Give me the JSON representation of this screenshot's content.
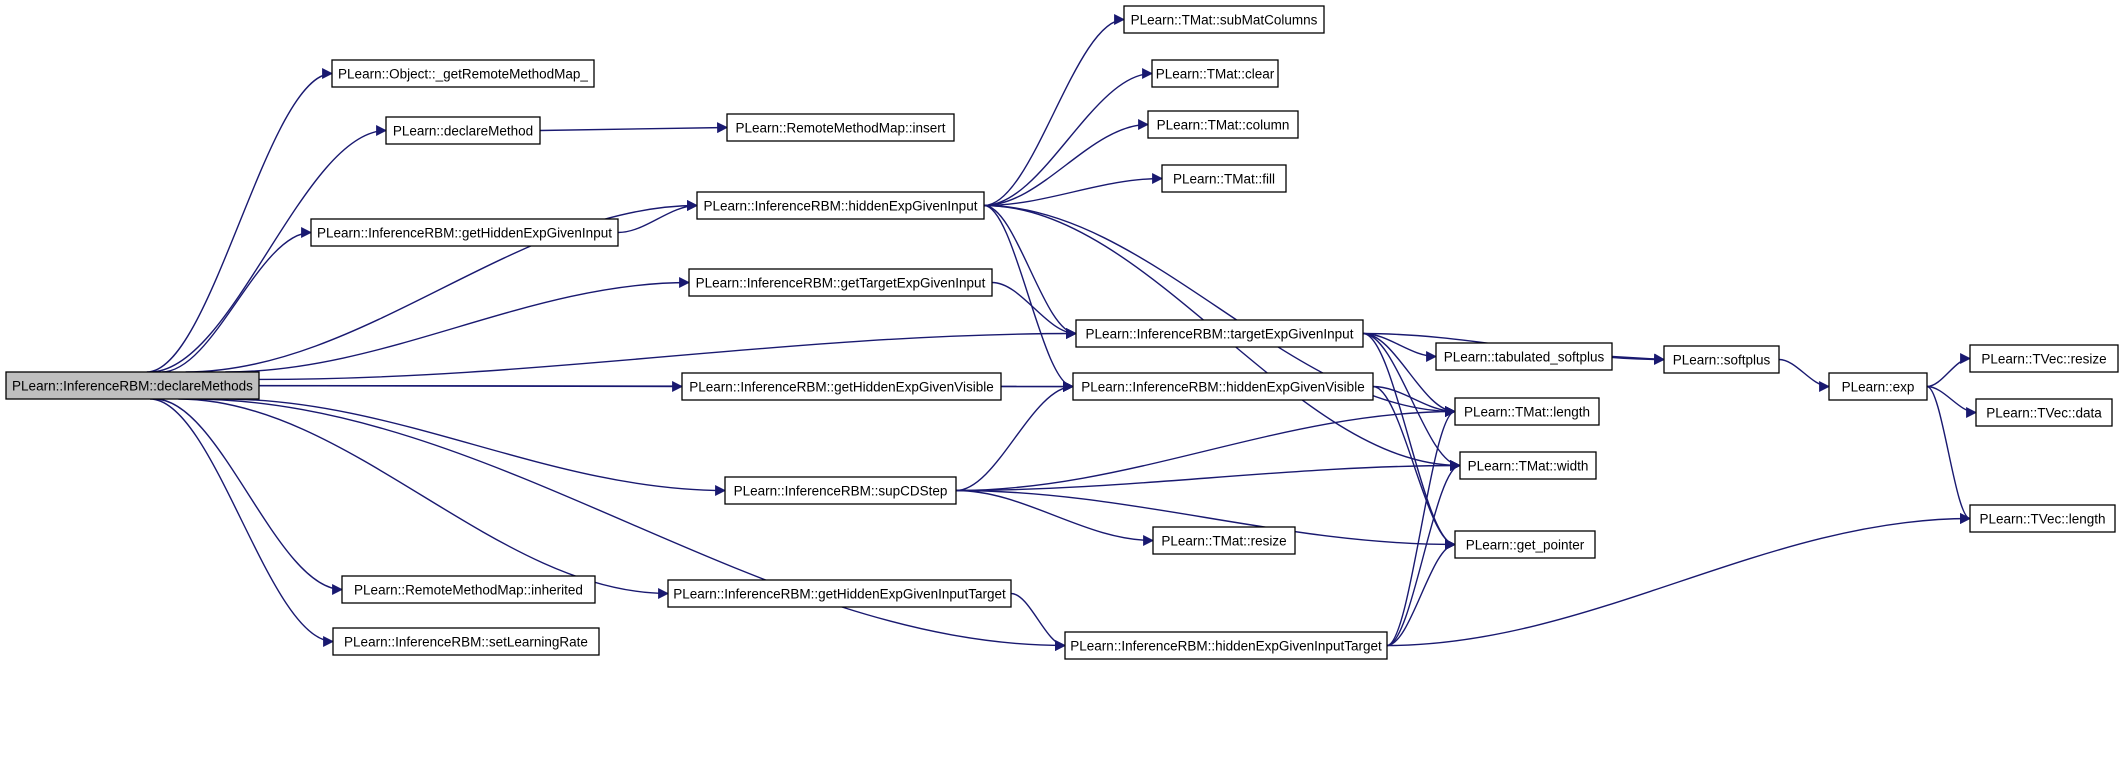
{
  "graph": {
    "root": "declareMethods",
    "colors": {
      "edge": "#191970",
      "root_fill": "#bfbfbf",
      "node_fill": "#ffffff",
      "node_border": "#000000"
    },
    "nodes": [
      {
        "id": "declareMethods",
        "label": "PLearn::InferenceRBM::declareMethods"
      },
      {
        "id": "getRemoteMethodMap",
        "label": "PLearn::Object::_getRemoteMethodMap_"
      },
      {
        "id": "declareMethod",
        "label": "PLearn::declareMethod"
      },
      {
        "id": "rmmInsert",
        "label": "PLearn::RemoteMethodMap::insert"
      },
      {
        "id": "getHiddenExpGivenInput",
        "label": "PLearn::InferenceRBM::getHiddenExpGivenInput"
      },
      {
        "id": "getTargetExpGivenInput",
        "label": "PLearn::InferenceRBM::getTargetExpGivenInput"
      },
      {
        "id": "getHiddenExpGivenVisible",
        "label": "PLearn::InferenceRBM::getHiddenExpGivenVisible"
      },
      {
        "id": "supCDStep",
        "label": "PLearn::InferenceRBM::supCDStep"
      },
      {
        "id": "rmmInherited",
        "label": "PLearn::RemoteMethodMap::inherited"
      },
      {
        "id": "getHiddenExpGivenInputTarget",
        "label": "PLearn::InferenceRBM::getHiddenExpGivenInputTarget"
      },
      {
        "id": "setLearningRate",
        "label": "PLearn::InferenceRBM::setLearningRate"
      },
      {
        "id": "hiddenExpGivenInput",
        "label": "PLearn::InferenceRBM::hiddenExpGivenInput"
      },
      {
        "id": "targetExpGivenInput",
        "label": "PLearn::InferenceRBM::targetExpGivenInput"
      },
      {
        "id": "hiddenExpGivenVisible",
        "label": "PLearn::InferenceRBM::hiddenExpGivenVisible"
      },
      {
        "id": "hiddenExpGivenInputTarget",
        "label": "PLearn::InferenceRBM::hiddenExpGivenInputTarget"
      },
      {
        "id": "tmatSubMatColumns",
        "label": "PLearn::TMat::subMatColumns"
      },
      {
        "id": "tmatClear",
        "label": "PLearn::TMat::clear"
      },
      {
        "id": "tmatColumn",
        "label": "PLearn::TMat::column"
      },
      {
        "id": "tmatFill",
        "label": "PLearn::TMat::fill"
      },
      {
        "id": "tabulatedSoftplus",
        "label": "PLearn::tabulated_softplus"
      },
      {
        "id": "tmatResize",
        "label": "PLearn::TMat::resize"
      },
      {
        "id": "tmatLength",
        "label": "PLearn::TMat::length"
      },
      {
        "id": "tmatWidth",
        "label": "PLearn::TMat::width"
      },
      {
        "id": "getPointer",
        "label": "PLearn::get_pointer"
      },
      {
        "id": "softplus",
        "label": "PLearn::softplus"
      },
      {
        "id": "exp",
        "label": "PLearn::exp"
      },
      {
        "id": "tvecResize",
        "label": "PLearn::TVec::resize"
      },
      {
        "id": "tvecData",
        "label": "PLearn::TVec::data"
      },
      {
        "id": "tvecLength",
        "label": "PLearn::TVec::length"
      }
    ],
    "edges": [
      [
        "declareMethods",
        "getRemoteMethodMap"
      ],
      [
        "declareMethods",
        "declareMethod"
      ],
      [
        "declareMethods",
        "hiddenExpGivenInput"
      ],
      [
        "declareMethods",
        "getHiddenExpGivenInput"
      ],
      [
        "declareMethods",
        "getTargetExpGivenInput"
      ],
      [
        "declareMethods",
        "targetExpGivenInput"
      ],
      [
        "declareMethods",
        "getHiddenExpGivenVisible"
      ],
      [
        "declareMethods",
        "hiddenExpGivenVisible"
      ],
      [
        "declareMethods",
        "supCDStep"
      ],
      [
        "declareMethods",
        "getHiddenExpGivenInputTarget"
      ],
      [
        "declareMethods",
        "rmmInherited"
      ],
      [
        "declareMethods",
        "setLearningRate"
      ],
      [
        "declareMethods",
        "hiddenExpGivenInputTarget"
      ],
      [
        "declareMethod",
        "rmmInsert"
      ],
      [
        "getHiddenExpGivenInput",
        "hiddenExpGivenInput"
      ],
      [
        "getTargetExpGivenInput",
        "targetExpGivenInput"
      ],
      [
        "getHiddenExpGivenVisible",
        "hiddenExpGivenVisible"
      ],
      [
        "getHiddenExpGivenInputTarget",
        "hiddenExpGivenInputTarget"
      ],
      [
        "hiddenExpGivenInput",
        "tmatSubMatColumns"
      ],
      [
        "hiddenExpGivenInput",
        "tmatClear"
      ],
      [
        "hiddenExpGivenInput",
        "tmatColumn"
      ],
      [
        "hiddenExpGivenInput",
        "tmatFill"
      ],
      [
        "hiddenExpGivenInput",
        "targetExpGivenInput"
      ],
      [
        "hiddenExpGivenInput",
        "hiddenExpGivenVisible"
      ],
      [
        "hiddenExpGivenInput",
        "tmatLength"
      ],
      [
        "hiddenExpGivenInput",
        "tmatWidth"
      ],
      [
        "targetExpGivenInput",
        "tabulatedSoftplus"
      ],
      [
        "targetExpGivenInput",
        "softplus"
      ],
      [
        "targetExpGivenInput",
        "tmatLength"
      ],
      [
        "targetExpGivenInput",
        "tmatWidth"
      ],
      [
        "targetExpGivenInput",
        "getPointer"
      ],
      [
        "tabulatedSoftplus",
        "softplus"
      ],
      [
        "softplus",
        "exp"
      ],
      [
        "exp",
        "tvecResize"
      ],
      [
        "exp",
        "tvecData"
      ],
      [
        "exp",
        "tvecLength"
      ],
      [
        "hiddenExpGivenVisible",
        "tmatLength"
      ],
      [
        "hiddenExpGivenVisible",
        "getPointer"
      ],
      [
        "supCDStep",
        "hiddenExpGivenVisible"
      ],
      [
        "supCDStep",
        "tmatLength"
      ],
      [
        "supCDStep",
        "tmatWidth"
      ],
      [
        "supCDStep",
        "tmatResize"
      ],
      [
        "supCDStep",
        "getPointer"
      ],
      [
        "hiddenExpGivenInputTarget",
        "tmatLength"
      ],
      [
        "hiddenExpGivenInputTarget",
        "tmatWidth"
      ],
      [
        "hiddenExpGivenInputTarget",
        "getPointer"
      ],
      [
        "hiddenExpGivenInputTarget",
        "tvecLength"
      ]
    ]
  }
}
